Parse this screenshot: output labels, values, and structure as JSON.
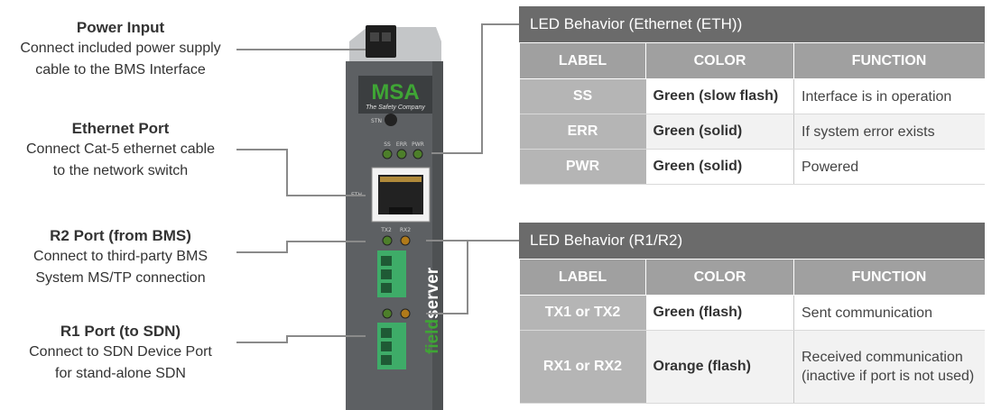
{
  "callouts": {
    "power": {
      "title": "Power Input",
      "line1": "Connect included power supply",
      "line2": "cable to the BMS Interface"
    },
    "ethernet": {
      "title": "Ethernet Port",
      "line1": "Connect Cat-5 ethernet cable",
      "line2": "to the network switch"
    },
    "r2": {
      "title": "R2 Port (from BMS)",
      "line1": "Connect to third-party BMS",
      "line2": "System MS/TP connection"
    },
    "r1": {
      "title": "R1 Port (to SDN)",
      "line1": "Connect to SDN Device Port",
      "line2": "for stand-alone SDN"
    }
  },
  "device": {
    "brand": "MSA",
    "tagline": "The Safety Company",
    "stn": "STN",
    "eth": "ETH",
    "led_labels": [
      "SS",
      "ERR",
      "PWR"
    ],
    "port_led_labels": [
      "TX2",
      "RX2"
    ],
    "product_prefix": "field",
    "product_suffix": "server",
    "colors": {
      "body": "#5d6063",
      "top": "#c4c6c8",
      "brand_bg": "#3b3e40",
      "brand_text": "#3fa535",
      "led_green": "#4d7f2a",
      "led_orange": "#b07a1a",
      "terminal": "#3eac68"
    }
  },
  "eth_table": {
    "title": "LED Behavior (Ethernet (ETH))",
    "headers": [
      "LABEL",
      "COLOR",
      "FUNCTION"
    ],
    "rows": [
      {
        "label": "SS",
        "color": "Green (slow flash)",
        "function": "Interface is in operation"
      },
      {
        "label": "ERR",
        "color": "Green (solid)",
        "function": "If system error exists"
      },
      {
        "label": "PWR",
        "color": "Green (solid)",
        "function": "Powered"
      }
    ]
  },
  "r_table": {
    "title": "LED Behavior (R1/R2)",
    "headers": [
      "LABEL",
      "COLOR",
      "FUNCTION"
    ],
    "rows": [
      {
        "label": "TX1 or TX2",
        "color": "Green (flash)",
        "function": "Sent communication"
      },
      {
        "label": "RX1 or RX2",
        "color": "Orange (flash)",
        "function": "Received  communication (inactive if port is not used)"
      }
    ]
  }
}
